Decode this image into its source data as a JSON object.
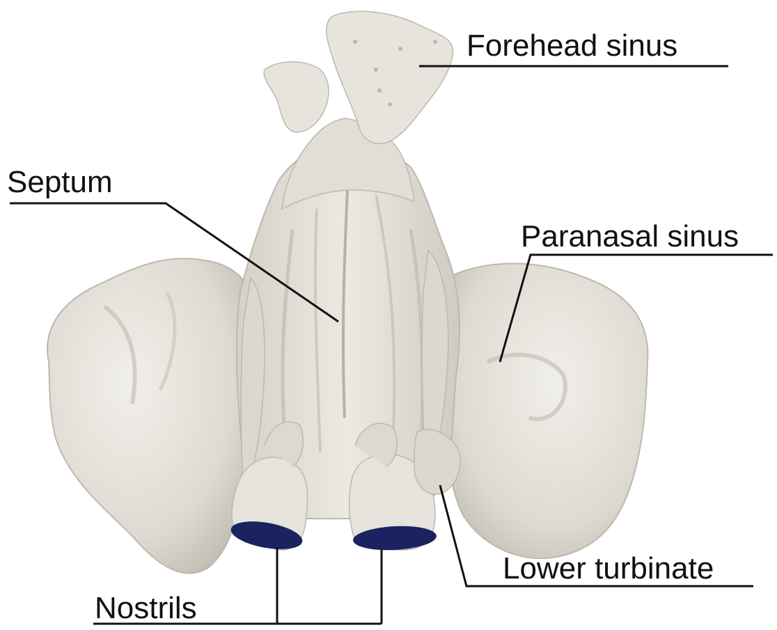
{
  "labels": {
    "forehead_sinus": "Forehead sinus",
    "septum": "Septum",
    "paranasal_sinus": "Paranasal sinus",
    "lower_turbinate": "Lower turbinate",
    "nostrils": "Nostrils"
  },
  "colors": {
    "tissue": "#e6e3dc",
    "tissue_shadow": "#cfcbc2",
    "tissue_dark": "#b9b4aa",
    "nostril_fill": "#1a2360",
    "leader_line": "#111111"
  }
}
